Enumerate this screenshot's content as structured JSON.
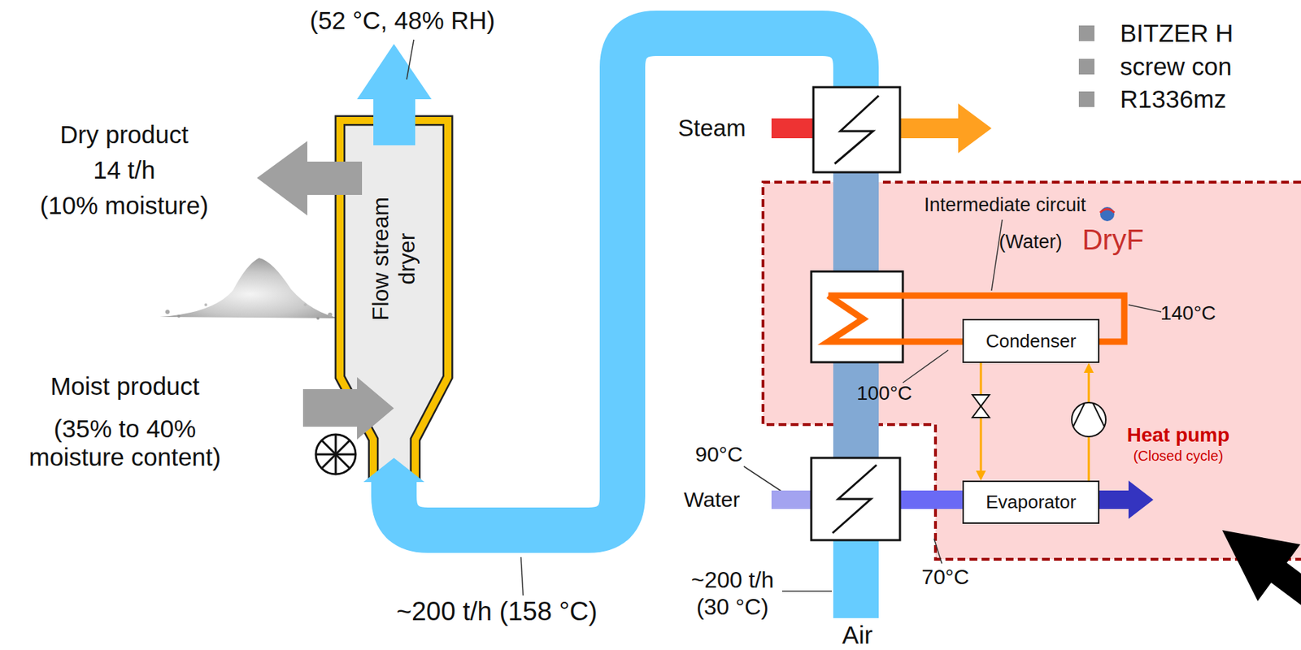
{
  "diagram": {
    "nodes": [
      {
        "text": [
          "Flow stream dryer"
        ]
      },
      {
        "text": [
          "Heat pump",
          "(Closed cycle)"
        ]
      },
      {
        "text": [
          "Condenser"
        ],
        "in": 1
      },
      {
        "text": [
          "Evaporator"
        ],
        "in": 1
      }
    ],
    "edges": [
      {
        "from": 2,
        "to": 3,
        "arrow": "to"
      },
      {
        "from": 3,
        "to": 2,
        "arrow": "to"
      }
    ],
    "labels": [
      "(52 °C, 48% RH)",
      "Dry product",
      "14 t/h",
      "(10% moisture)",
      "Moist product",
      "(35% to 40% moisture content)",
      "~200 t/h (158 °C)",
      "Steam",
      "Intermediate circuit",
      "(Water)",
      "DryF",
      "140°C",
      "100°C",
      "90°C",
      "Water",
      "70°C",
      "~200 t/h",
      "(30 °C)",
      "Air",
      "BITZER H",
      "screw con",
      "R1336mz"
    ]
  }
}
